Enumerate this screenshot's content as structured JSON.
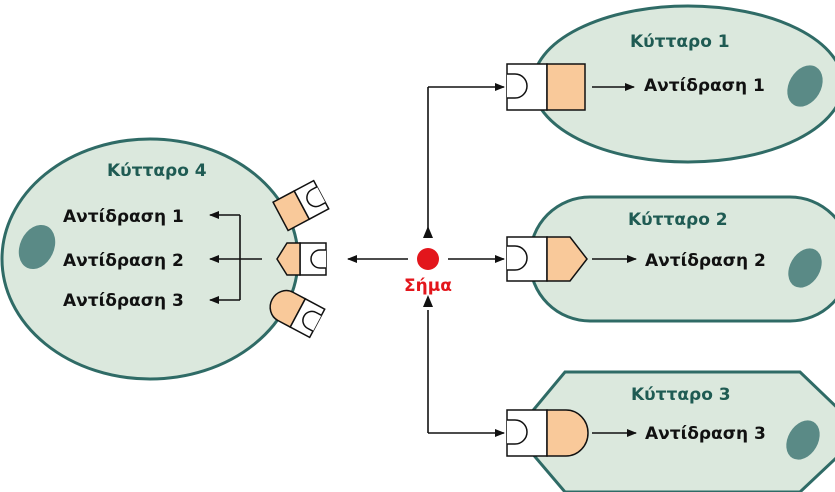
{
  "colors": {
    "cell_fill": "#dbe8dd",
    "cell_stroke": "#2f6b66",
    "nucleus": "#5a8a86",
    "title_text": "#1f5b53",
    "receptor_fill": "#f9c99a",
    "signal": "#e3161c",
    "text": "#111111"
  },
  "signal": {
    "label": "Σήμα"
  },
  "cells": [
    {
      "id": "cell1",
      "title": "Κύτταρο 1",
      "responses": [
        "Αντίδραση 1"
      ]
    },
    {
      "id": "cell2",
      "title": "Κύτταρο 2",
      "responses": [
        "Αντίδραση 2"
      ]
    },
    {
      "id": "cell3",
      "title": "Κύτταρο 3",
      "responses": [
        "Αντίδραση 3"
      ]
    },
    {
      "id": "cell4",
      "title": "Κύτταρο 4",
      "responses": [
        "Αντίδραση 1",
        "Αντίδραση 2",
        "Αντίδραση 3"
      ]
    }
  ]
}
